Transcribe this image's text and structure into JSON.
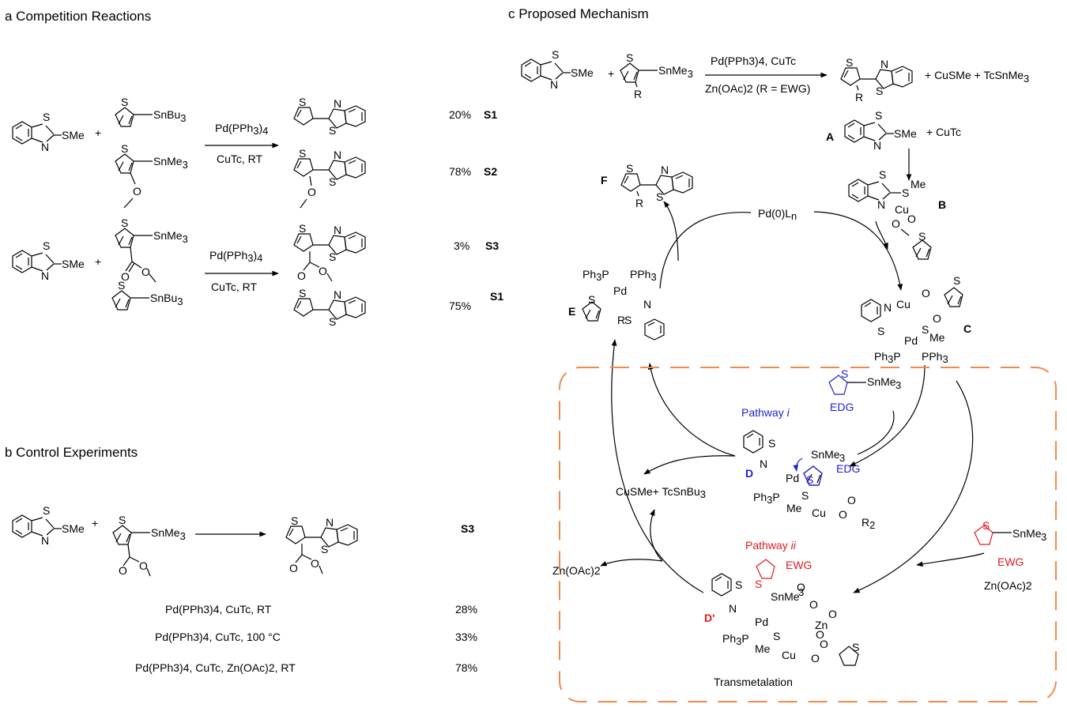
{
  "sections": {
    "a": "a Competition Reactions",
    "b": "b Control Experiments",
    "c": "c Proposed Mechanism"
  },
  "a": {
    "reagent_top": "Pd(PPh",
    "reagent_top_sub": "3",
    "reagent_top_tail": ")",
    "reagent_top_sub2": "4",
    "reagent_bottom": "CuTc, RT",
    "reagent2_top": "Pd(PPh",
    "reagent2_bottom": "CuTc, RT",
    "sme": "SMe",
    "snbu": "SnBu",
    "snme": "SnMe",
    "sub3": "3",
    "plus": "+",
    "results": [
      {
        "yield": "20%",
        "id": "S1"
      },
      {
        "yield": "78%",
        "id": "S2"
      },
      {
        "yield": "3%",
        "id": "S3"
      },
      {
        "yield": "75%",
        "id": "S1"
      }
    ]
  },
  "b": {
    "product_id": "S3",
    "conditions": [
      {
        "text": "Pd(PPh3)4, CuTc, RT",
        "yield": "28%"
      },
      {
        "text": "Pd(PPh3)4, CuTc, 100 °C",
        "yield": "33%"
      },
      {
        "text": "Pd(PPh3)4, CuTc, Zn(OAc)2, RT",
        "yield": "78%"
      }
    ]
  },
  "c": {
    "top_reagent_line1": "Pd(PPh3)4, CuTc",
    "top_reagent_line2": "Zn(OAc)2 (R = EWG)",
    "top_byproducts": "+ CuSMe   + TcSnMe",
    "top_sub": "3",
    "label_A": "A",
    "A_extra": "+  CuTc",
    "label_B": "B",
    "label_C": "C",
    "label_D": "D",
    "label_D2": "D'",
    "label_E": "E",
    "label_F": "F",
    "pd0": "Pd(0)L",
    "pd0_sub": "n",
    "pathway_i": "Pathway ",
    "pathway_i_em": "i",
    "pathway_ii": "Pathway ",
    "pathway_ii_em": "ii",
    "edg": "EDG",
    "ewg": "EWG",
    "cusme": "CuSMe+  TcSnBu",
    "cusme_sub": "3",
    "znoac_left": "Zn(OAc)2",
    "znoac_right": "Zn(OAc)2",
    "transmetalation": "Transmetalation",
    "ph3p": "Ph",
    "pph3": "PPh",
    "me": "Me",
    "r2": "R"
  },
  "colors": {
    "blue": "#1f1fd1",
    "red": "#e0191c",
    "dashed_box": "#f08a4b"
  }
}
